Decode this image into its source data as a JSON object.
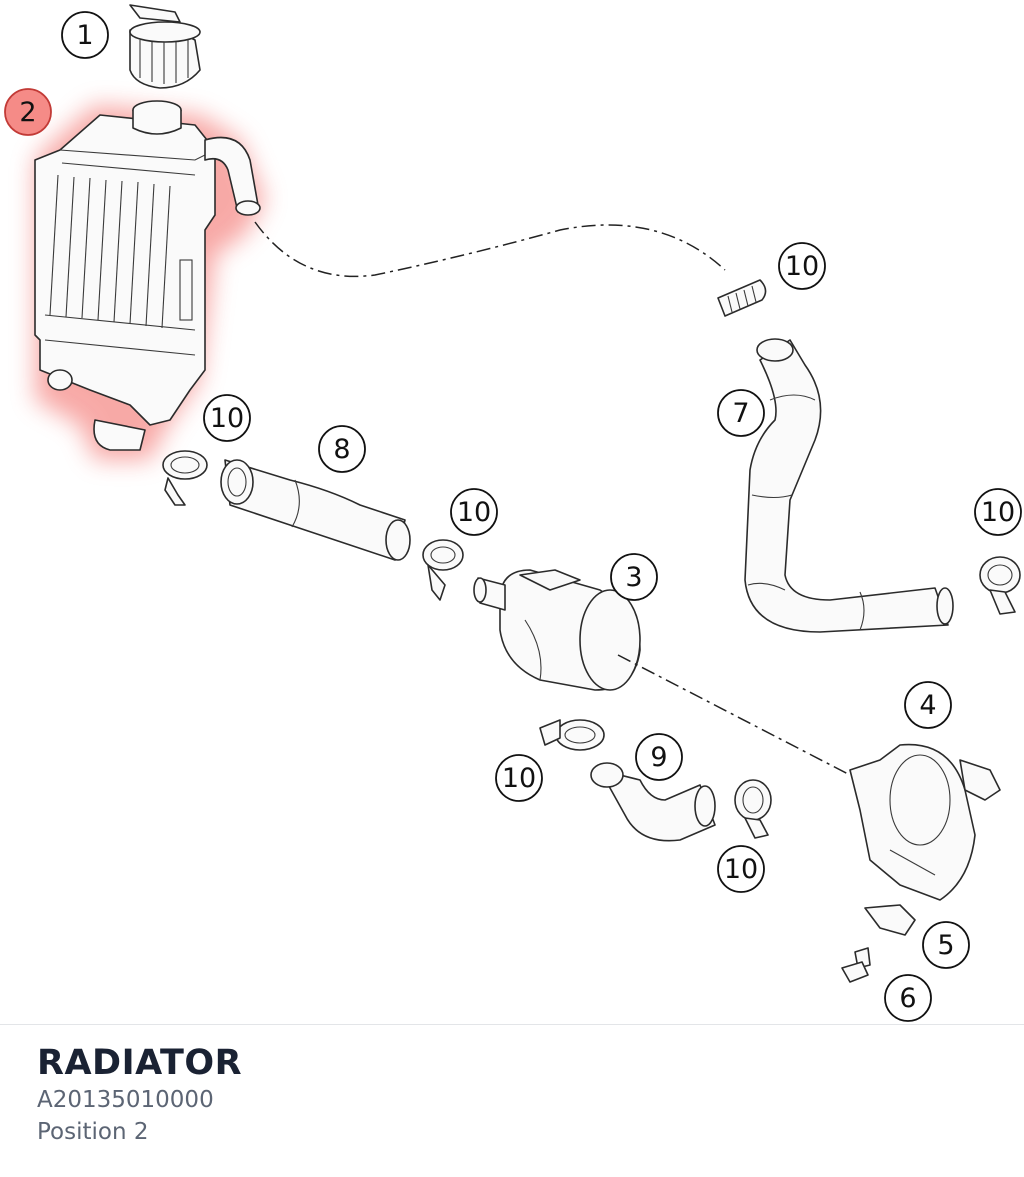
{
  "diagram": {
    "highlight_color": "#f2645f",
    "callouts": [
      {
        "id": "callout-1",
        "label": "1",
        "highlighted": false
      },
      {
        "id": "callout-2",
        "label": "2",
        "highlighted": true
      },
      {
        "id": "callout-3",
        "label": "3",
        "highlighted": false
      },
      {
        "id": "callout-4",
        "label": "4",
        "highlighted": false
      },
      {
        "id": "callout-5",
        "label": "5",
        "highlighted": false
      },
      {
        "id": "callout-6",
        "label": "6",
        "highlighted": false
      },
      {
        "id": "callout-7",
        "label": "7",
        "highlighted": false
      },
      {
        "id": "callout-8",
        "label": "8",
        "highlighted": false
      },
      {
        "id": "callout-9",
        "label": "9",
        "highlighted": false
      },
      {
        "id": "callout-10a",
        "label": "10",
        "highlighted": false
      },
      {
        "id": "callout-10b",
        "label": "10",
        "highlighted": false
      },
      {
        "id": "callout-10c",
        "label": "10",
        "highlighted": false
      },
      {
        "id": "callout-10d",
        "label": "10",
        "highlighted": false
      },
      {
        "id": "callout-10e",
        "label": "10",
        "highlighted": false
      },
      {
        "id": "callout-10f",
        "label": "10",
        "highlighted": false
      }
    ]
  },
  "footer": {
    "title": "RADIATOR",
    "part_number": "A20135010000",
    "position": "Position 2"
  }
}
